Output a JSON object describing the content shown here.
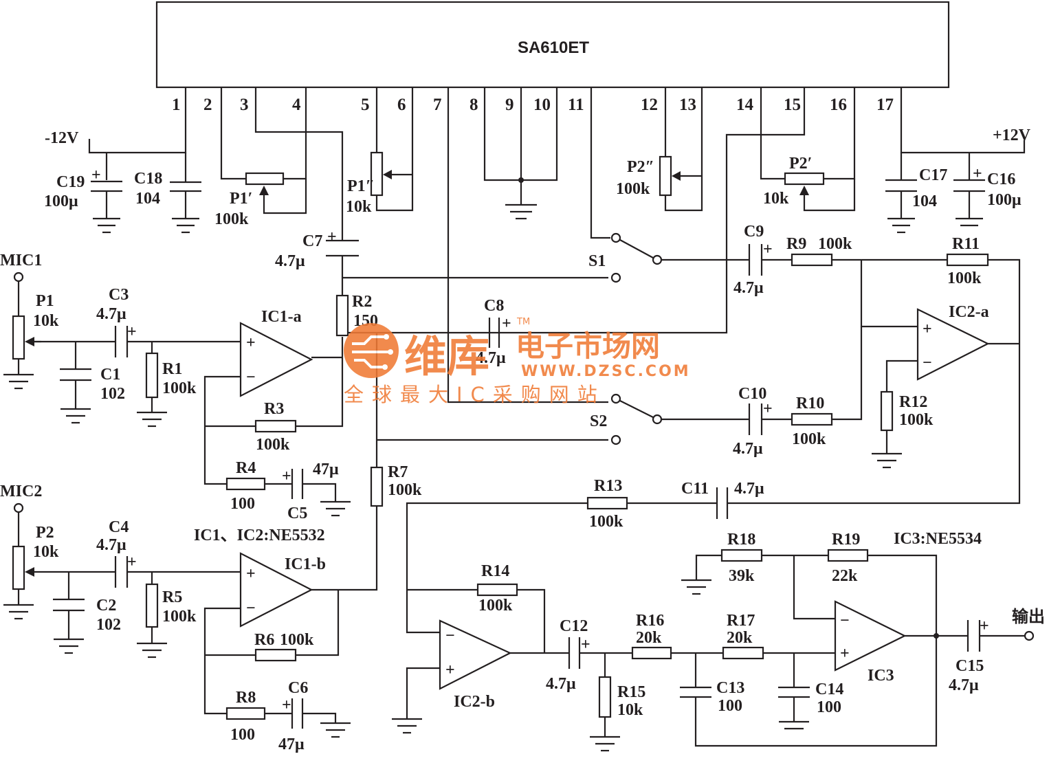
{
  "ic_main": {
    "name": "SA610ET",
    "pins": [
      "1",
      "2",
      "3",
      "4",
      "5",
      "6",
      "7",
      "8",
      "9",
      "10",
      "11",
      "12",
      "13",
      "14",
      "15",
      "16",
      "17"
    ]
  },
  "supply": {
    "negative": "-12V",
    "positive": "+12V"
  },
  "inputs": {
    "mic1": "MIC1",
    "mic2": "MIC2"
  },
  "opamps": {
    "ic1a": "IC1-a",
    "ic1b": "IC1-b",
    "ic2a": "IC2-a",
    "ic2b": "IC2-b",
    "ic3": "IC3",
    "note_ic1_ic2": "IC1、IC2:NE5532",
    "note_ic3": "IC3:NE5534"
  },
  "output": "输出",
  "switches": {
    "s1": "S1",
    "s2": "S2"
  },
  "plus": "+",
  "components": {
    "c1": [
      "C1",
      "102"
    ],
    "c2": [
      "C2",
      "102"
    ],
    "c3": [
      "C3",
      "4.7μ"
    ],
    "c4": [
      "C4",
      "4.7μ"
    ],
    "c5": [
      "C5",
      "47μ"
    ],
    "c6": [
      "C6",
      "47μ"
    ],
    "c7": [
      "C7",
      "4.7μ"
    ],
    "c8": [
      "C8",
      "4.7μ"
    ],
    "c9": [
      "C9",
      "4.7μ"
    ],
    "c10": [
      "C10",
      "4.7μ"
    ],
    "c11": [
      "C11",
      "4.7μ"
    ],
    "c12": [
      "C12",
      "4.7μ"
    ],
    "c13": [
      "C13",
      "100"
    ],
    "c14": [
      "C14",
      "100"
    ],
    "c15": [
      "C15",
      "4.7μ"
    ],
    "c16": [
      "C16",
      "100μ"
    ],
    "c17": [
      "C17",
      "104"
    ],
    "c18": [
      "C18",
      "104"
    ],
    "c19": [
      "C19",
      "100μ"
    ],
    "r1": [
      "R1",
      "100k"
    ],
    "r2": [
      "R2",
      "150"
    ],
    "r3": [
      "R3",
      "100k"
    ],
    "r4": [
      "R4",
      "100"
    ],
    "r5": [
      "R5",
      "100k"
    ],
    "r6": [
      "R6",
      "100k"
    ],
    "r7": [
      "R7",
      "100k"
    ],
    "r8": [
      "R8",
      "100"
    ],
    "r9": [
      "R9",
      "100k"
    ],
    "r10": [
      "R10",
      "100k"
    ],
    "r11": [
      "R11",
      "100k"
    ],
    "r12": [
      "R12",
      "100k"
    ],
    "r13": [
      "R13",
      "100k"
    ],
    "r14": [
      "R14",
      "100k"
    ],
    "r15": [
      "R15",
      "10k"
    ],
    "r16": [
      "R16",
      "20k"
    ],
    "r17": [
      "R17",
      "20k"
    ],
    "r18": [
      "R18",
      "39k"
    ],
    "r19": [
      "R19",
      "22k"
    ],
    "p1": [
      "P1",
      "10k"
    ],
    "p2": [
      "P2",
      "10k"
    ],
    "p1a": [
      "P1′",
      "100k"
    ],
    "p1b": [
      "P1″",
      "10k"
    ],
    "p2a": [
      "P2′",
      "10k"
    ],
    "p2b": [
      "P2″",
      "100k"
    ]
  },
  "watermark": {
    "brand": "维库",
    "tagline": "电子市场网",
    "url": "WWW.DZSC.COM",
    "slogan": "全球最大IC采购网站",
    "tm": "TM",
    "color": "#f07a35"
  }
}
